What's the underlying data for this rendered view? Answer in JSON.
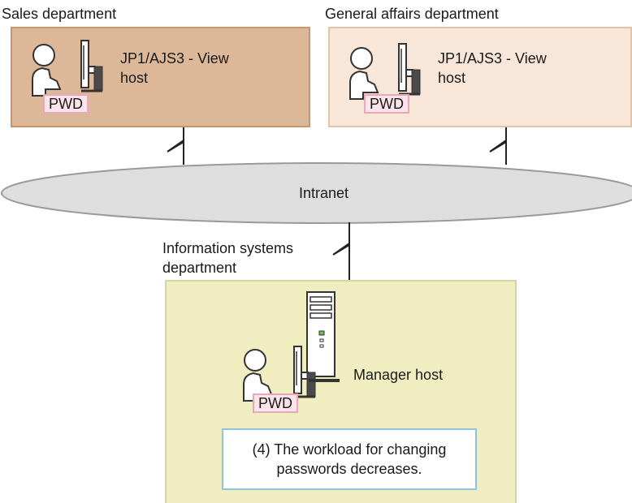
{
  "departments": {
    "sales": {
      "title": "Sales department",
      "host_label": "JP1/AJS3 - View\nhost",
      "pwd": "PWD",
      "fill": "#ddb898",
      "border": "#c8966e"
    },
    "general": {
      "title": "General affairs department",
      "host_label": "JP1/AJS3 - View\nhost",
      "pwd": "PWD",
      "fill": "#f8e6d8",
      "border": "#e2c4aa"
    },
    "info": {
      "title": "Information systems\ndepartment",
      "host_label": "Manager host",
      "pwd": "PWD",
      "fill": "#f0eec0",
      "border": "#d6d4a0"
    }
  },
  "network": {
    "label": "Intranet",
    "fill": "#dedede",
    "border": "#9a9a9a"
  },
  "note": {
    "text": "(4) The workload for changing\npasswords decreases.",
    "border": "#8fc3e0"
  },
  "icons": [
    "user-icon",
    "monitor-icon",
    "server-icon",
    "lightning-link-icon"
  ]
}
